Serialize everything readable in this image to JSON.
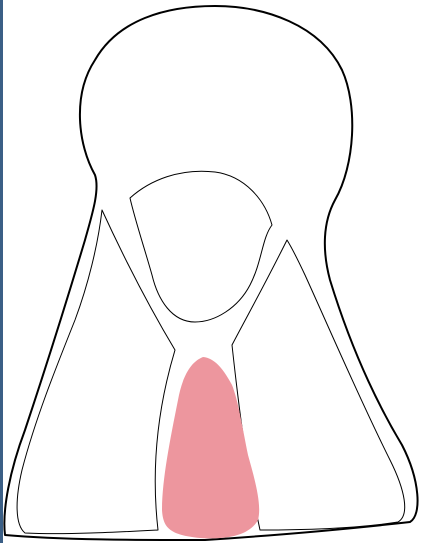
{
  "colors": {
    "background": "#ffffff",
    "outline": "#000000",
    "highlight": "#ed969e",
    "left_edge": "#3b5f86"
  },
  "diagram": {
    "parts": [
      "outer-outline",
      "left-triangular-region",
      "right-triangular-region",
      "central-upper-region",
      "central-lower-highlighted-region"
    ],
    "highlighted_part": "central-lower-highlighted-region"
  }
}
